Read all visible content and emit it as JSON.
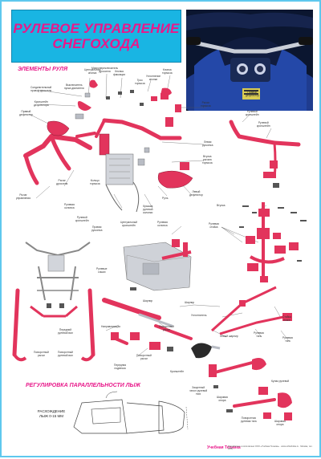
{
  "title": "РУЛЕВОЕ УПРАВЛЕНИЕ СНЕГОХОДА",
  "sections": {
    "handlebar": "ЭЛЕМЕНТЫ РУЛЯ",
    "ski_alignment": "РЕГУЛИРОВКА ПАРАЛЛЕЛЬНОСТИ ЛЫЖ"
  },
  "ski_note": "РАСХОЖДЕНИЕ\nЛЫЖ 0-15 ММ",
  "footer": {
    "logo": "Учебная Техника",
    "text": "Разработано и изготовлено ООО «Учебная Техника» · www.uchtehnika.ru · Москва, тел. (495) ..."
  },
  "colors": {
    "accent": "#e8198a",
    "title_bg": "#19b5e3",
    "part_red": "#e2345c",
    "metal": "#b8bcc4",
    "border": "#5ec8ee"
  },
  "labels": {
    "l1": "Центральная\nкнопка",
    "l2": "Кнопка\nфиксации",
    "l3": "Микропереключатель\nдросселя",
    "l4": "Уплотнение\nкнопки",
    "l5": "Кнопка\nтормоза",
    "l6": "Соединительный\nпровод дросселя",
    "l7": "Кронштейн\nдефлектора",
    "l8": "Правый\nдефлектор",
    "l9": "Трос\nтормоза",
    "l10": "Рычаг\nтормоза",
    "l11": "Выключатель\nпуска двигателя",
    "l12": "Рычаг\nдросселя",
    "l13": "Рычаг\nуправления",
    "l14": "Кольцо\nтормоза",
    "l15": "Левая\nрукоятка",
    "l16": "Втулка\nрычага\nтормоза",
    "l17": "Рулевая\nколонка",
    "l18": "Крышка\nрулевой\nколонки",
    "l19": "Левый\nдефлектор",
    "l20": "Правая\nрукоятка",
    "l21": "Руль",
    "l22": "Рулевой\nкронштейн",
    "l23": "Рулевой\nкронштейн",
    "l24": "Рулевая\nколонка",
    "l25": "Втулка",
    "l26": "Рулевой\nкронштейн",
    "l27": "Центральный\nкронштейн",
    "l28": "Правый\nдефлектор",
    "l29": "Рулевая\nстойка",
    "l30": "Рулевые\nсошки",
    "l31": "Шарнир",
    "l32": "Шарнир",
    "l33": "Стойка\nлыжи",
    "l34": "Рулевая\nтяга",
    "l35": "Рулевая\nтяга",
    "l36": "Направляющая",
    "l37": "Левый шарнир",
    "l38": "Поворотный\nрычаг",
    "l39": "Кронштейн",
    "l40": "Защитный\nчехол рулевой\nтяги",
    "l41": "Шаровая\nопора",
    "l42": "Поворотная\nрулевая тяга",
    "l43": "Шаровая\nопора",
    "l44": "Кулак рулевой",
    "l45": "Поворотный\nрычаг",
    "l46": "Передний\nрулевой вал",
    "l47": "Поворотный\nрулевой вал",
    "l48": "Поворотный\nрычаг",
    "l49": "Передняя\nподвеска",
    "l50": "Уплотнитель"
  }
}
